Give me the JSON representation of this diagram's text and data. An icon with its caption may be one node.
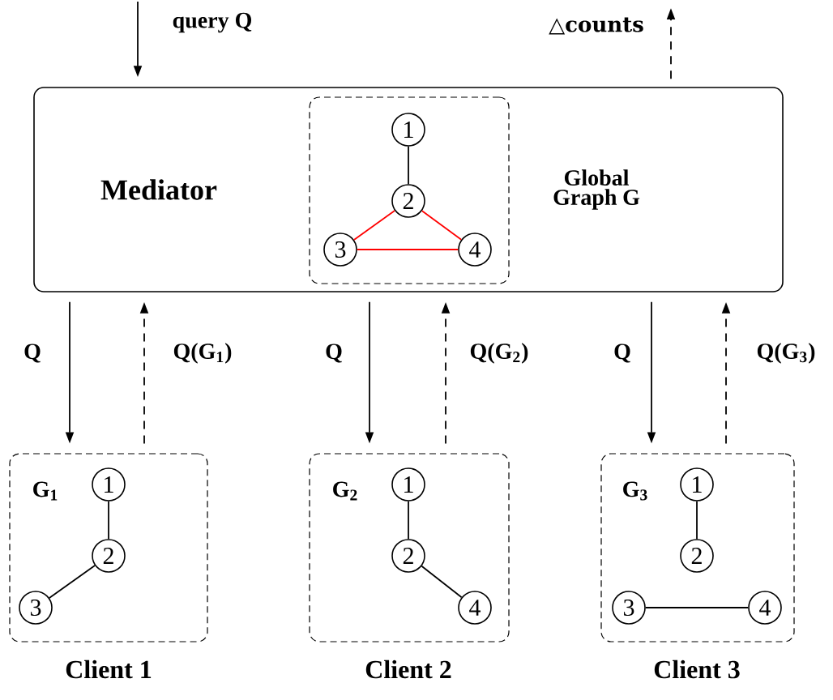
{
  "diagram": {
    "nodes": [
      {
        "text": [
          "Mediator"
        ]
      },
      {
        "text": [],
        "shape": "box",
        "in": 0,
        "beside": [
          "Global Graph G"
        ]
      },
      {
        "text": [
          "1"
        ],
        "in": 1
      },
      {
        "text": [
          "2"
        ],
        "in": 1
      },
      {
        "text": [
          "3"
        ],
        "in": 1
      },
      {
        "text": [
          "4"
        ],
        "in": 1
      },
      {
        "text": [
          "G$_{1}$"
        ],
        "beside": [
          "Client 1"
        ]
      },
      {
        "text": [
          "1"
        ],
        "in": 6
      },
      {
        "text": [
          "2"
        ],
        "in": 6
      },
      {
        "text": [
          "3"
        ],
        "in": 6
      },
      {
        "text": [
          "G$_{2}$"
        ],
        "beside": [
          "Client 2"
        ]
      },
      {
        "text": [
          "1"
        ],
        "in": 10
      },
      {
        "text": [
          "2"
        ],
        "in": 10
      },
      {
        "text": [
          "4"
        ],
        "in": 10
      },
      {
        "text": [
          "G$_{3}$"
        ],
        "beside": [
          "Client 3"
        ]
      },
      {
        "text": [
          "1"
        ],
        "in": 14
      },
      {
        "text": [
          "2"
        ],
        "in": 14
      },
      {
        "text": [
          "3"
        ],
        "in": 14
      },
      {
        "text": [
          "4"
        ],
        "in": 14
      }
    ],
    "edges": [
      {
        "from": null,
        "to": 0,
        "arrow": "to",
        "label": "query Q"
      },
      {
        "from": 0,
        "to": null,
        "arrow": "to",
        "label": "△counts",
        "style": "dashed"
      },
      {
        "from": 0,
        "to": 6,
        "arrow": "to",
        "label": "Q"
      },
      {
        "from": 6,
        "to": 0,
        "arrow": "to",
        "label": "Q(G$_{1}$)",
        "style": "dashed"
      },
      {
        "from": 0,
        "to": 10,
        "arrow": "to",
        "label": "Q"
      },
      {
        "from": 10,
        "to": 0,
        "arrow": "to",
        "label": "Q(G$_{2}$)",
        "style": "dashed"
      },
      {
        "from": 0,
        "to": 14,
        "arrow": "to",
        "label": "Q"
      },
      {
        "from": 14,
        "to": 0,
        "arrow": "to",
        "label": "Q(G$_{3}$)",
        "style": "dashed"
      },
      {
        "from": 2,
        "to": 3,
        "arrow": "none"
      },
      {
        "from": 3,
        "to": 4,
        "arrow": "none",
        "color": "#ff0000"
      },
      {
        "from": 3,
        "to": 5,
        "arrow": "none",
        "color": "#ff0000"
      },
      {
        "from": 4,
        "to": 5,
        "arrow": "none",
        "color": "#ff0000"
      },
      {
        "from": 7,
        "to": 8,
        "arrow": "none"
      },
      {
        "from": 8,
        "to": 9,
        "arrow": "none"
      },
      {
        "from": 11,
        "to": 12,
        "arrow": "none"
      },
      {
        "from": 12,
        "to": 13,
        "arrow": "none"
      },
      {
        "from": 15,
        "to": 16,
        "arrow": "none"
      },
      {
        "from": 17,
        "to": 18,
        "arrow": "none"
      }
    ]
  }
}
